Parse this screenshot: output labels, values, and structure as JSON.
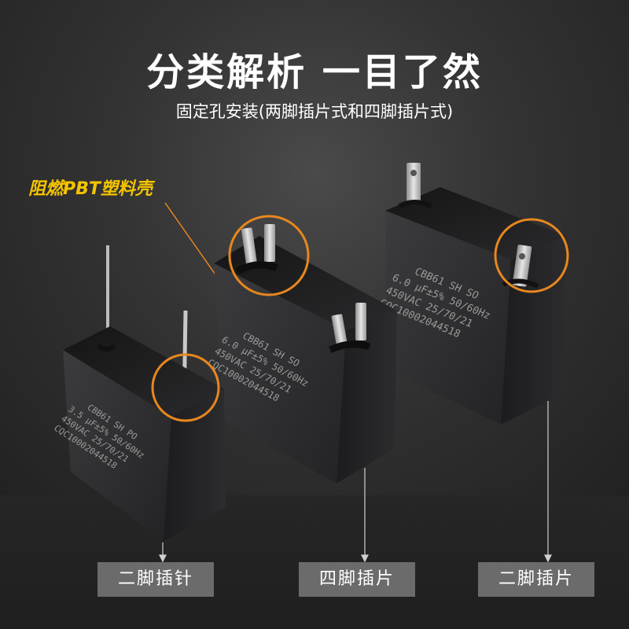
{
  "title": "分类解析 一目了然",
  "subtitle": "固定孔安装(两脚插片式和四脚插片式)",
  "callout": "阻燃PBT塑料壳",
  "capacitors": [
    {
      "lines": [
        "CBB61 SH PO",
        "3.5 μF±5% 50/60Hz",
        "450VAC 25/70/21",
        "CQC10002044518"
      ],
      "label": "二脚插针"
    },
    {
      "lines": [
        "CBB61 SH SO",
        "6.0 μF±5% 50/60Hz",
        "450VAC 25/70/21",
        "CQC10002044518"
      ],
      "label": "四脚插片"
    },
    {
      "lines": [
        "CBB61 SH SO",
        "6.0 μF±5% 50/60Hz",
        "450VAC 25/70/21",
        "CQC10002044518"
      ],
      "label": "二脚插片"
    }
  ],
  "colors": {
    "highlight_ring": "#e8871e",
    "callout_text": "#f5c400",
    "label_bg": "#6b6b6b"
  }
}
